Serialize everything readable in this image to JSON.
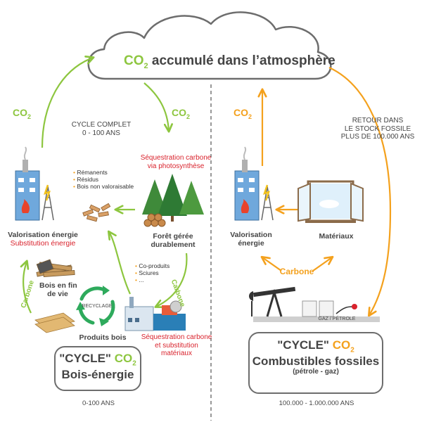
{
  "colors": {
    "green": "#8dc63f",
    "orange": "#f4a11d",
    "red": "#d9232d",
    "grey": "#555555",
    "cloud_stroke": "#6d6d6d"
  },
  "cloud": {
    "co2_prefix": "CO",
    "co2_sub": "2",
    "text": " accumulé dans l’atmosphère"
  },
  "left": {
    "co2_left_prefix": "CO",
    "co2_left_sub": "2",
    "co2_right_prefix": "CO",
    "co2_right_sub": "2",
    "cycle_line1": "CYCLE COMPLET",
    "cycle_line2": "0 - 100 ANS",
    "sequestration_line1": "Séquestration carbone",
    "sequestration_line2": "via photosynthèse",
    "residues": [
      "Rémanents",
      "Résidus",
      "Bois non valoraisable"
    ],
    "valorisation_line1": "Valorisation énergie",
    "valorisation_line2": "Substitution énergie",
    "forest_line1": "Forêt gérée",
    "forest_line2": "durablement",
    "coproducts": [
      "Co-produits",
      "Sciures",
      "..."
    ],
    "carbone_right": "Carbone",
    "carbone_left": "Carbone",
    "bois_fin_line1": "Bois en fin",
    "bois_fin_line2": "de vie",
    "recyclage": "RECYCLAGE",
    "produits_bois": "Produits bois",
    "seq_sub_line1": "Séquestration carbone",
    "seq_sub_line2": "et substitution",
    "seq_sub_line3": "matériaux",
    "box_line1_a": "\"CYCLE\" ",
    "box_line1_co2": "CO",
    "box_line1_sub": "2",
    "box_line2": "Bois-énergie",
    "years": "0-100 ANS"
  },
  "right": {
    "co2_prefix": "CO",
    "co2_sub": "2",
    "retour_line1": "RETOUR DANS",
    "retour_line2": "LE STOCK FOSSILE",
    "retour_line3": "PLUS DE 100.000 ANS",
    "valorisation_line1": "Valorisation",
    "valorisation_line2": "énergie",
    "materiaux": "Matériaux",
    "carbone": "Carbone",
    "gaz_petrole": "GAZ / PÉTROLE",
    "box_line1_a": "\"CYCLE\" ",
    "box_line1_co2": "CO",
    "box_line1_sub": "2",
    "box_line2": "Combustibles fossiles",
    "box_line3": "(pétrole - gaz)",
    "years": "100.000 - 1.000.000 ANS"
  }
}
